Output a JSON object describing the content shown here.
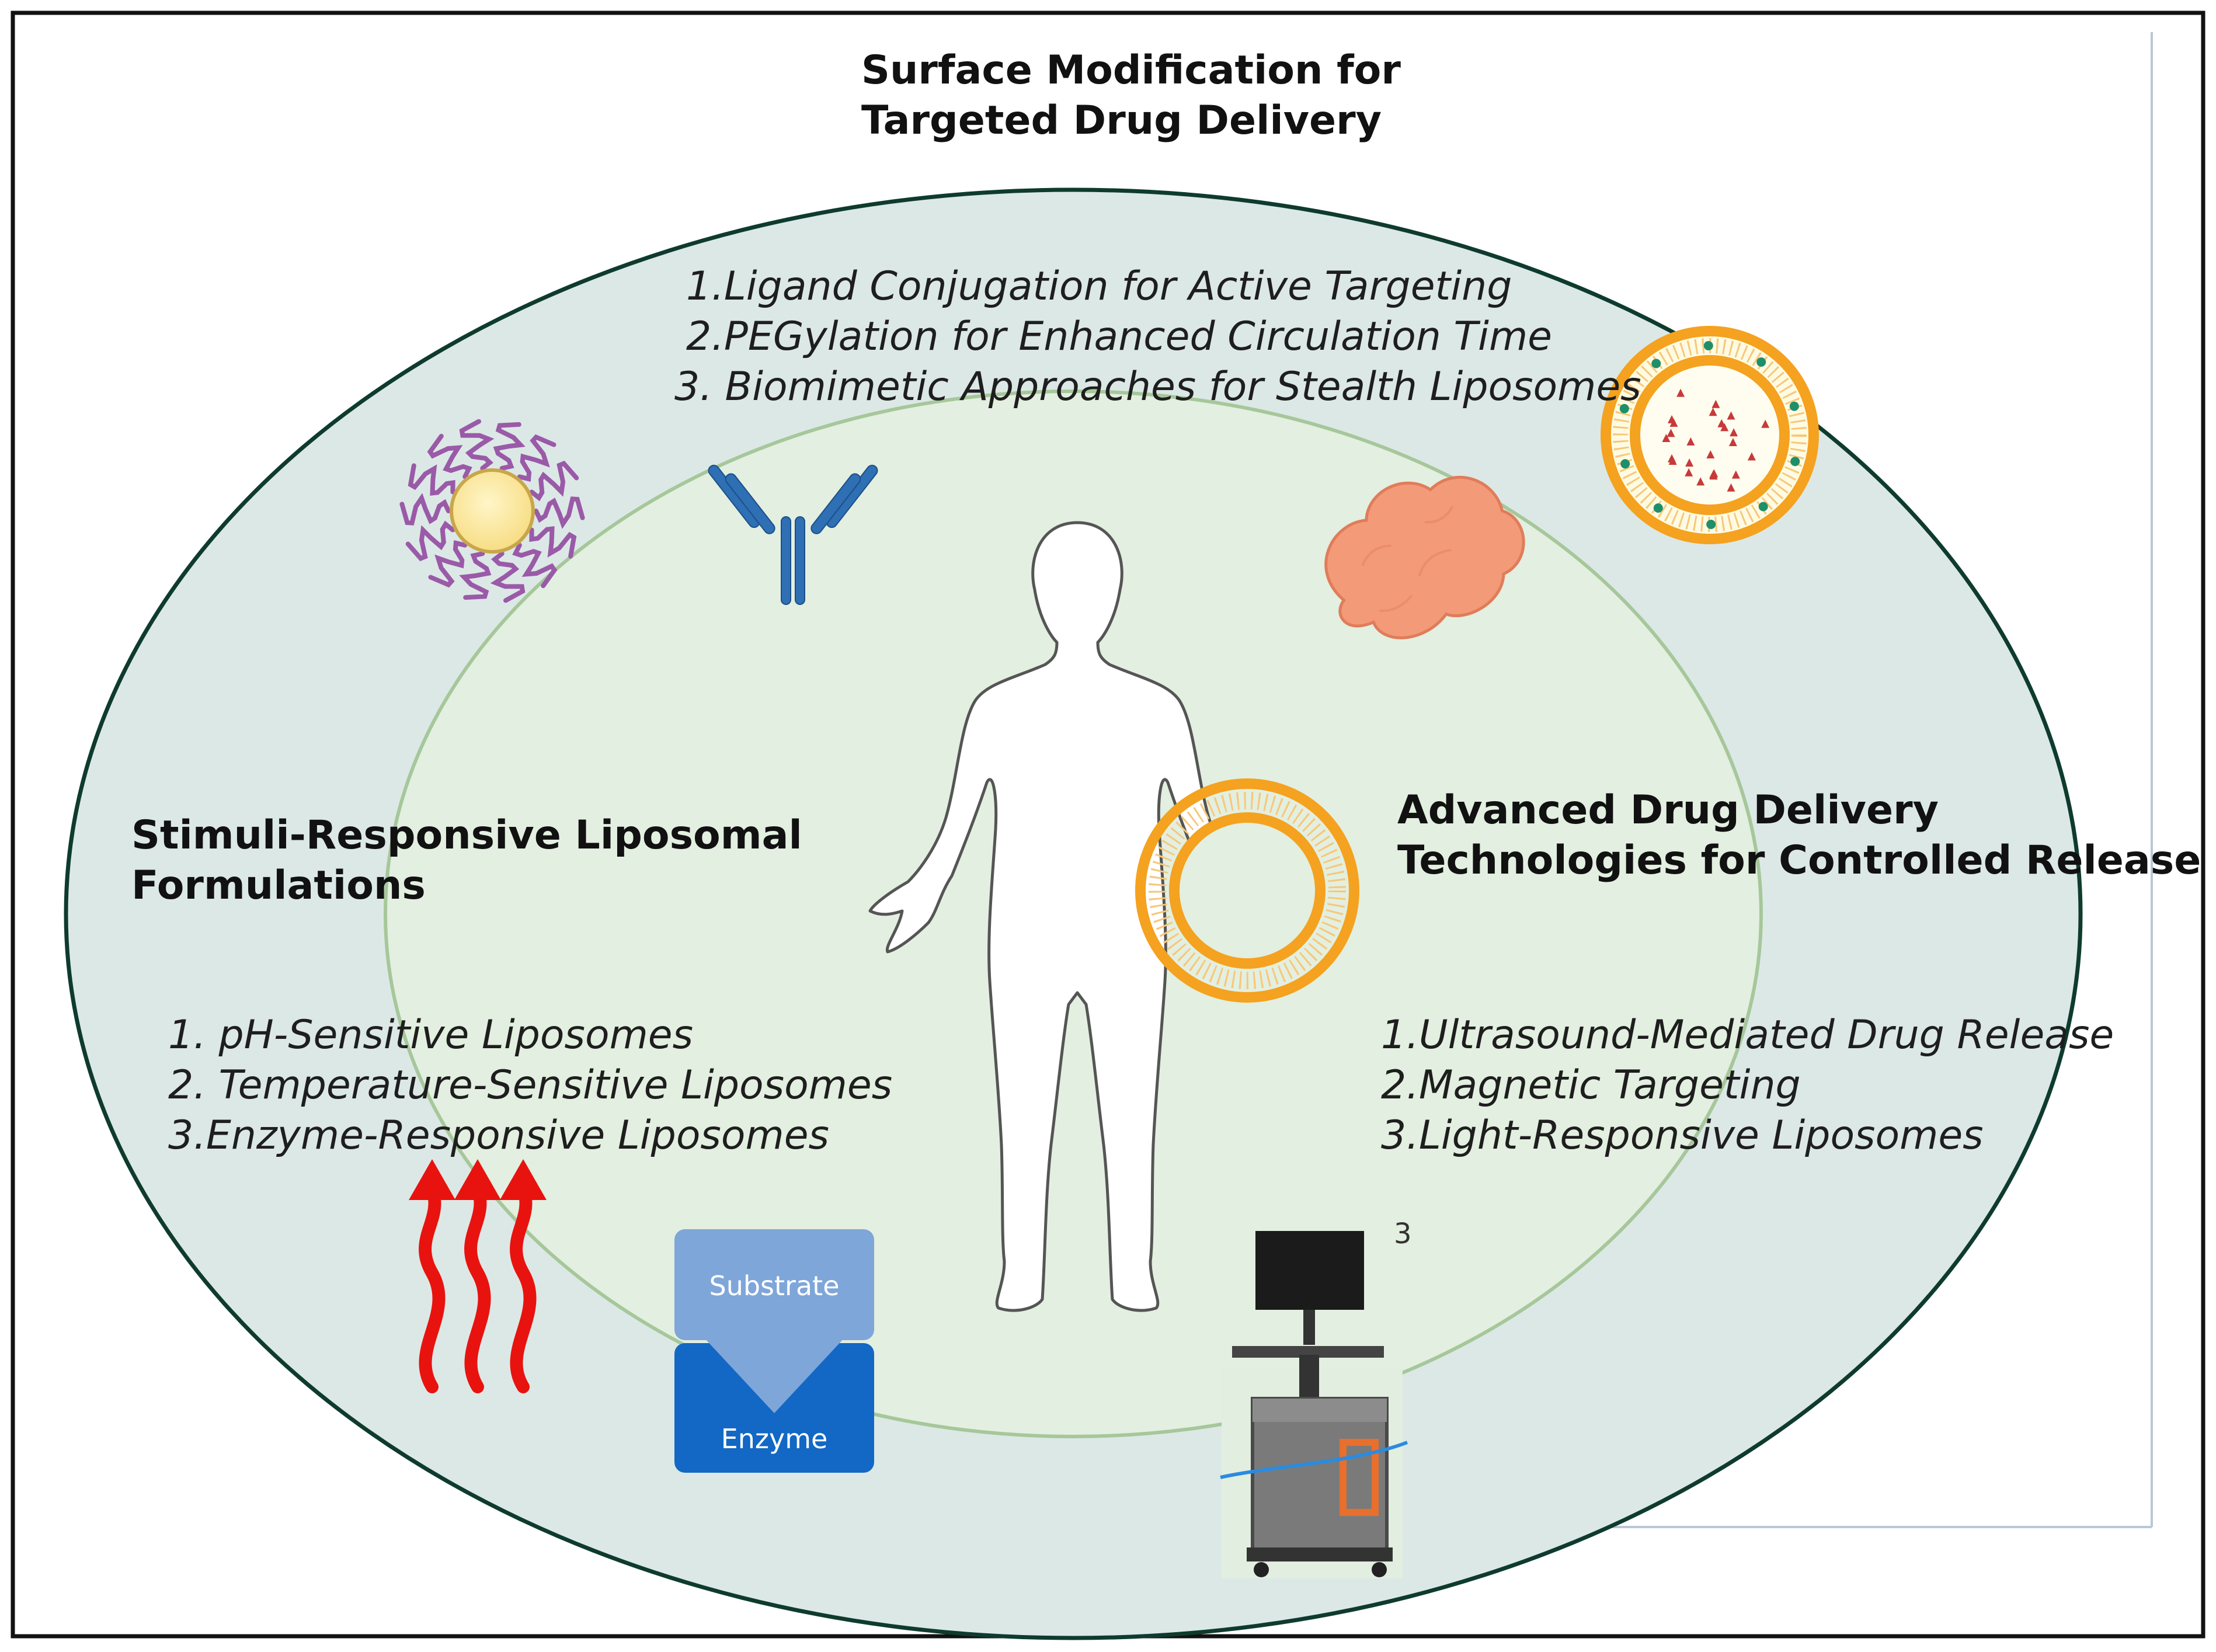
{
  "title": {
    "line1": "Surface Modification for",
    "line2": "Targeted Drug Delivery"
  },
  "surface_items": [
    "1.Ligand Conjugation for Active Targeting",
    "2.PEGylation for Enhanced Circulation Time",
    "3. Biomimetic Approaches for Stealth Liposomes"
  ],
  "stimuli": {
    "heading_line1": "Stimuli-Responsive Liposomal",
    "heading_line2": "Formulations",
    "items": [
      "1. pH-Sensitive Liposomes",
      "2. Temperature-Sensitive Liposomes",
      "3.Enzyme-Responsive Liposomes"
    ]
  },
  "advanced": {
    "heading_line1": "Advanced Drug Delivery",
    "heading_line2": "Technologies for Controlled Release",
    "items": [
      "1.Ultrasound-Mediated Drug Release",
      "2.Magnetic Targeting",
      "3.Light-Responsive Liposomes"
    ]
  },
  "enzyme_box": {
    "substrate_label": "Substrate",
    "enzyme_label": "Enzyme"
  },
  "stray_mark": "3",
  "colors": {
    "outer_ellipse": "#dce8e6",
    "inner_ellipse": "#e3efe0",
    "heat_arrows": "#e8130f",
    "antibody": "#2f6fb3",
    "liposome_ring": "#f4a21f",
    "tumor_cell": "#f39a78",
    "dendrimer_arms": "#9a5aa8",
    "substrate": "#7fa6d9",
    "enzyme": "#1268c4"
  },
  "icons": [
    "dendrimer-icon",
    "antibody-icon",
    "tumor-cell-icon",
    "drug-loaded-liposome-icon",
    "human-body-icon",
    "liposome-icon",
    "heat-arrows-icon",
    "enzyme-substrate-icon",
    "ultrasound-machine-icon"
  ]
}
